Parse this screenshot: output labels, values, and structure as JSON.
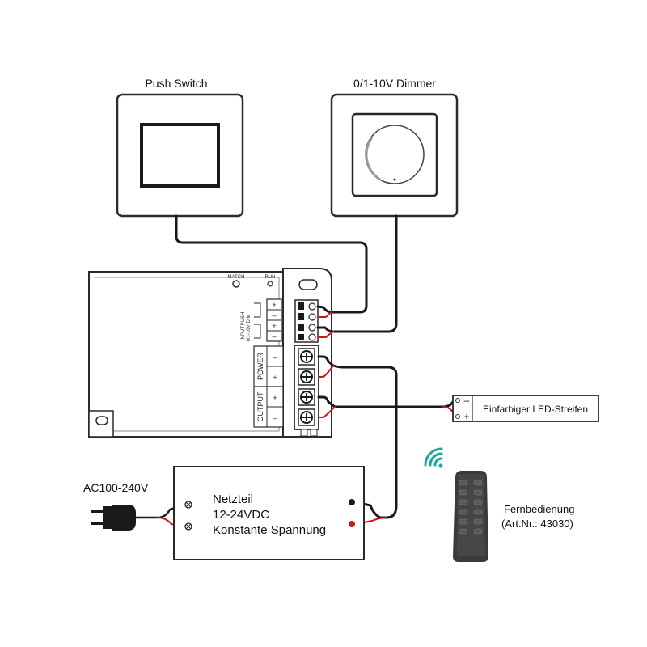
{
  "labels": {
    "push_switch": "Push Switch",
    "dimmer": "0/1-10V Dimmer",
    "led_strip": "Einfarbiger LED-Streifen",
    "ac_input": "AC100-240V",
    "psu_line1": "Netzteil",
    "psu_line2": "12-24VDC",
    "psu_line3": "Konstante Spannung",
    "remote_line1": "Fernbedienung",
    "remote_line2": "(Art.Nr.: 43030)"
  },
  "controller": {
    "match": "MATCH",
    "run": "RUN",
    "push": "PUSH",
    "dim": "DIM",
    "input": "INPUT",
    "input_range": "0/1-10V",
    "power": "POWER",
    "output": "OUTPUT",
    "plus": "+",
    "minus": "–"
  },
  "led_terminals": {
    "minus": "–",
    "plus": "+"
  },
  "colors": {
    "wire_black": "#1a1a1a",
    "wire_red": "#d0141c",
    "outline": "#2a2a2a",
    "wifi": "#1aa7a2",
    "remote_body": "#3a3a3a"
  }
}
